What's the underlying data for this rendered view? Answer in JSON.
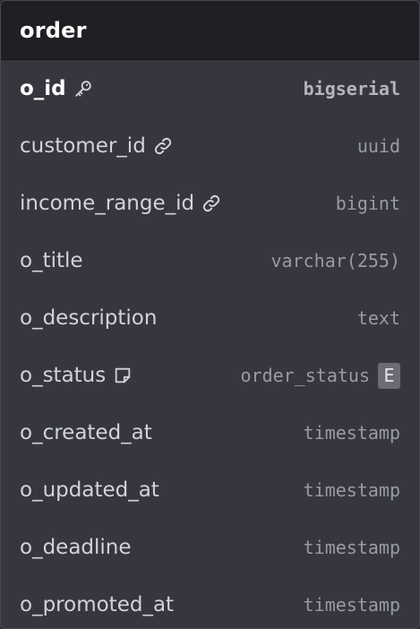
{
  "table": {
    "title": "order",
    "columns": [
      {
        "name": "o_id",
        "type": "bigserial",
        "icon": "key-icon",
        "primary_key": true
      },
      {
        "name": "customer_id",
        "type": "uuid",
        "icon": "link-icon"
      },
      {
        "name": "income_range_id",
        "type": "bigint",
        "icon": "link-icon"
      },
      {
        "name": "o_title",
        "type": "varchar(255)"
      },
      {
        "name": "o_description",
        "type": "text"
      },
      {
        "name": "o_status",
        "type": "order_status",
        "icon": "note-icon",
        "badge": "E"
      },
      {
        "name": "o_created_at",
        "type": "timestamp"
      },
      {
        "name": "o_updated_at",
        "type": "timestamp"
      },
      {
        "name": "o_deadline",
        "type": "timestamp"
      },
      {
        "name": "o_promoted_at",
        "type": "timestamp"
      }
    ]
  }
}
